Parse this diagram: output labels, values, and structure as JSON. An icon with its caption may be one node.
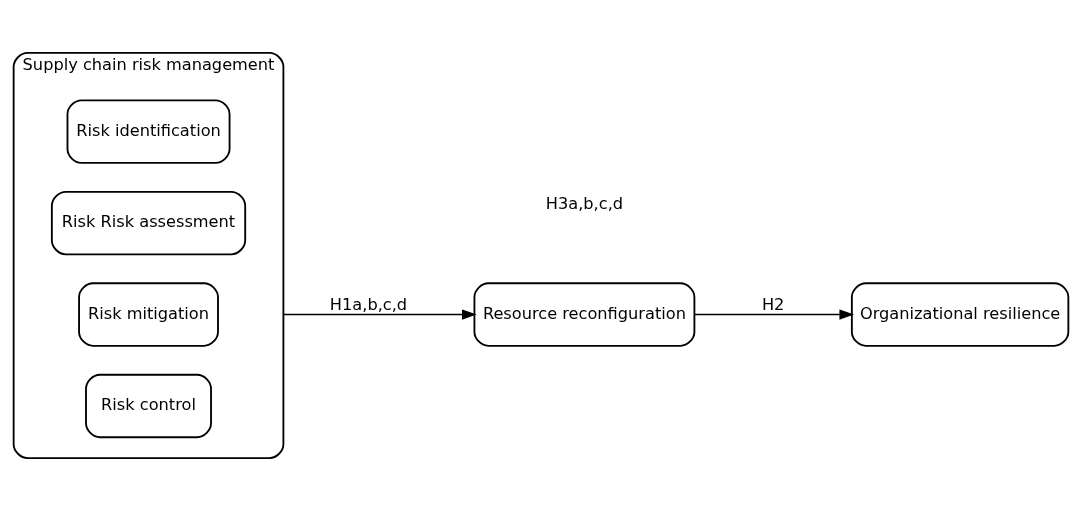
{
  "diagram": {
    "nodes": [
      {
        "text": [
          "Supply chain risk management"
        ]
      },
      {
        "text": [
          "Risk identification"
        ],
        "in": 0
      },
      {
        "text": [
          "Risk Risk assessment"
        ],
        "in": 0
      },
      {
        "text": [
          "Risk mitigation"
        ],
        "in": 0
      },
      {
        "text": [
          "Risk control"
        ],
        "in": 0
      },
      {
        "text": [
          "Resource reconfiguration"
        ]
      },
      {
        "text": [
          "Organizational resilience"
        ]
      }
    ],
    "edges": [
      {
        "from": 0,
        "to": 5,
        "arrow": "to",
        "label": "H1a,b,c,d"
      },
      {
        "from": 5,
        "to": 6,
        "arrow": "to",
        "label": "H2"
      }
    ],
    "labels": [
      "H3a,b,c,d"
    ]
  }
}
